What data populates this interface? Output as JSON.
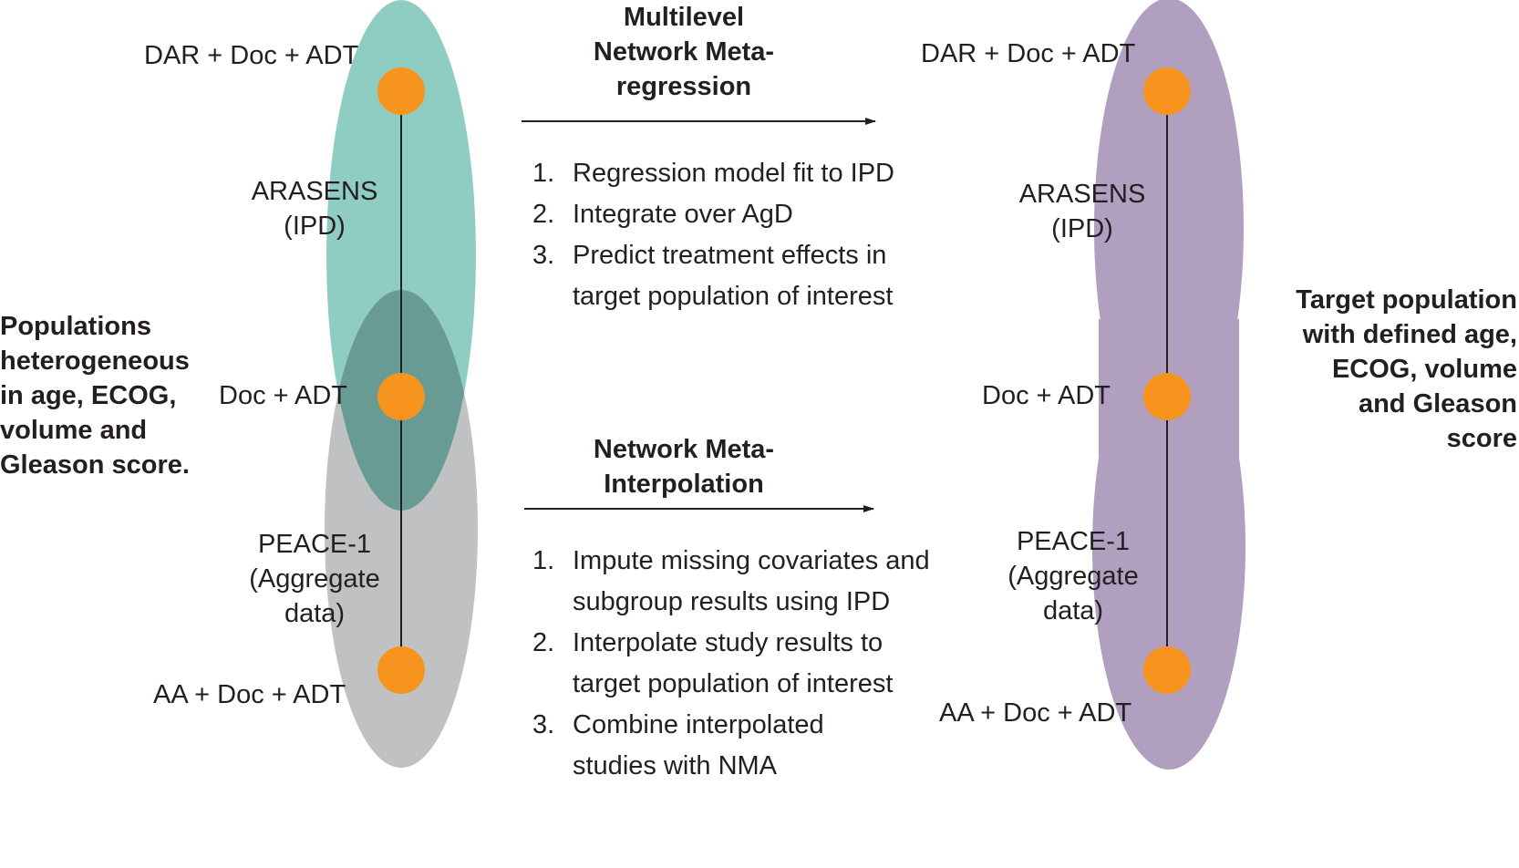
{
  "colors": {
    "teal": "#8fccc1",
    "gray": "#c0c1c3",
    "overlap": "#679b93",
    "purple": "#b19fbf",
    "node": "#f7941e",
    "line": "#231f20"
  },
  "left_network": {
    "nodes": [
      "DAR + Doc + ADT",
      "Doc + ADT",
      "AA + Doc + ADT"
    ],
    "study_top": [
      "ARASENS",
      "(IPD)"
    ],
    "study_bottom": [
      "PEACE-1",
      "(Aggregate",
      "data)"
    ]
  },
  "right_network": {
    "nodes": [
      "DAR + Doc + ADT",
      "Doc + ADT",
      "AA + Doc + ADT"
    ],
    "study_top": [
      "ARASENS",
      "(IPD)"
    ],
    "study_bottom": [
      "PEACE-1",
      "(Aggregate",
      "data)"
    ]
  },
  "left_caption": [
    "Populations",
    "heterogeneous",
    "in age, ECOG,",
    "volume and",
    "Gleason score."
  ],
  "right_caption": [
    "Target population",
    "with defined age,",
    "ECOG, volume",
    "and Gleason",
    "score"
  ],
  "method_top": {
    "title": [
      "Multilevel",
      "Network Meta-",
      "regression"
    ],
    "steps": [
      {
        "num": "1.",
        "text": "Regression model fit to IPD"
      },
      {
        "num": "2.",
        "text": "Integrate over AgD"
      },
      {
        "num": "3.",
        "text": "Predict treatment effects in target population of interest"
      }
    ]
  },
  "method_bottom": {
    "title": [
      "Network Meta-",
      "Interpolation"
    ],
    "steps": [
      {
        "num": "1.",
        "text": "Impute missing covariates and subgroup results using IPD"
      },
      {
        "num": "2.",
        "text": "Interpolate study results to target population of interest"
      },
      {
        "num": "3.",
        "text": "Combine interpolated studies with NMA"
      }
    ]
  }
}
